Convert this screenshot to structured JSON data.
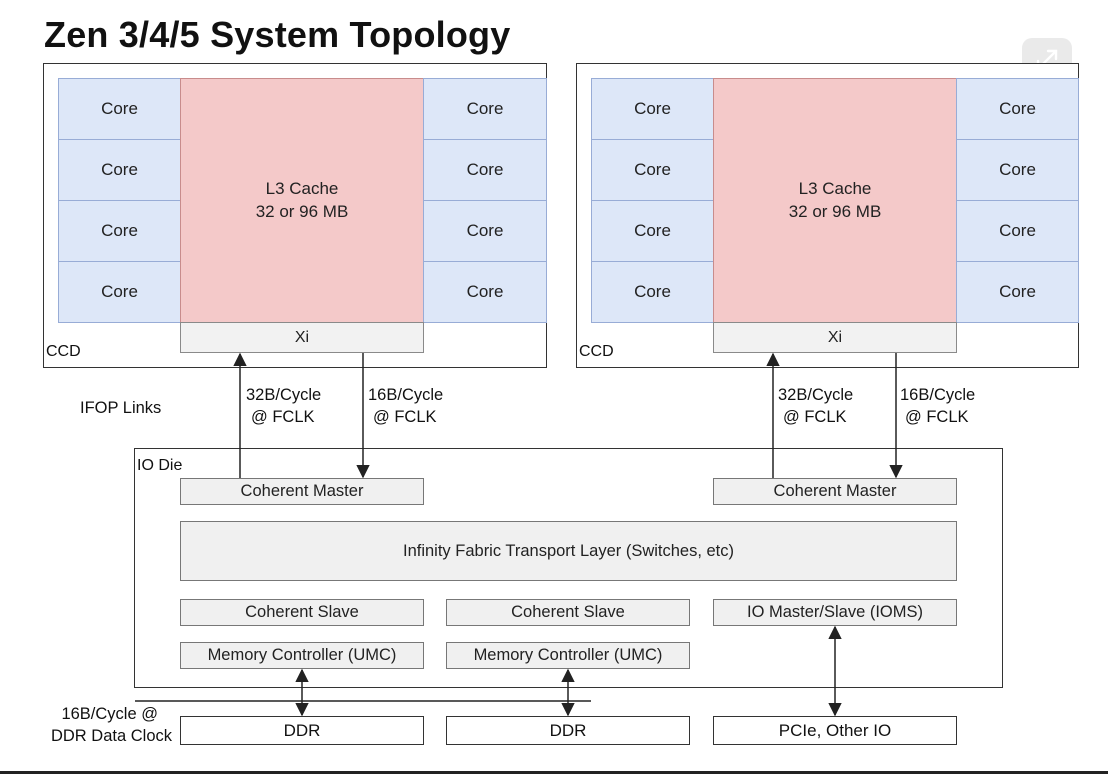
{
  "title": "Zen 3/4/5 System Topology",
  "ccds": [
    {
      "label": "CCD",
      "cores_left": [
        "Core",
        "Core",
        "Core",
        "Core"
      ],
      "cores_right": [
        "Core",
        "Core",
        "Core",
        "Core"
      ],
      "l3": {
        "line1": "L3 Cache",
        "line2": "32 or 96 MB"
      },
      "xi": "Xi",
      "link_up": {
        "line1": "32B/Cycle",
        "line2": "@ FCLK"
      },
      "link_down": {
        "line1": "16B/Cycle",
        "line2": "@ FCLK"
      }
    },
    {
      "label": "CCD",
      "cores_left": [
        "Core",
        "Core",
        "Core",
        "Core"
      ],
      "cores_right": [
        "Core",
        "Core",
        "Core",
        "Core"
      ],
      "l3": {
        "line1": "L3 Cache",
        "line2": "32 or 96 MB"
      },
      "xi": "Xi",
      "link_up": {
        "line1": "32B/Cycle",
        "line2": "@ FCLK"
      },
      "link_down": {
        "line1": "16B/Cycle",
        "line2": "@ FCLK"
      }
    }
  ],
  "ifop_label": "IFOP Links",
  "io_die": {
    "label": "IO Die",
    "coherent_masters": [
      "Coherent Master",
      "Coherent Master"
    ],
    "transport_layer": "Infinity Fabric Transport Layer (Switches, etc)",
    "coherent_slaves": [
      "Coherent Slave",
      "Coherent Slave"
    ],
    "ioms": "IO Master/Slave (IOMS)",
    "memory_controllers": [
      "Memory Controller (UMC)",
      "Memory Controller (UMC)"
    ]
  },
  "ddr_rate": {
    "line1": "16B/Cycle @",
    "line2": "DDR Data Clock"
  },
  "endpoints": [
    "DDR",
    "DDR",
    "PCIe, Other IO"
  ],
  "expand_icon": "expand-icon",
  "colors": {
    "core_fill": "#dde7f8",
    "l3_fill": "#f4c9c9",
    "block_fill": "#f0f0f0"
  }
}
